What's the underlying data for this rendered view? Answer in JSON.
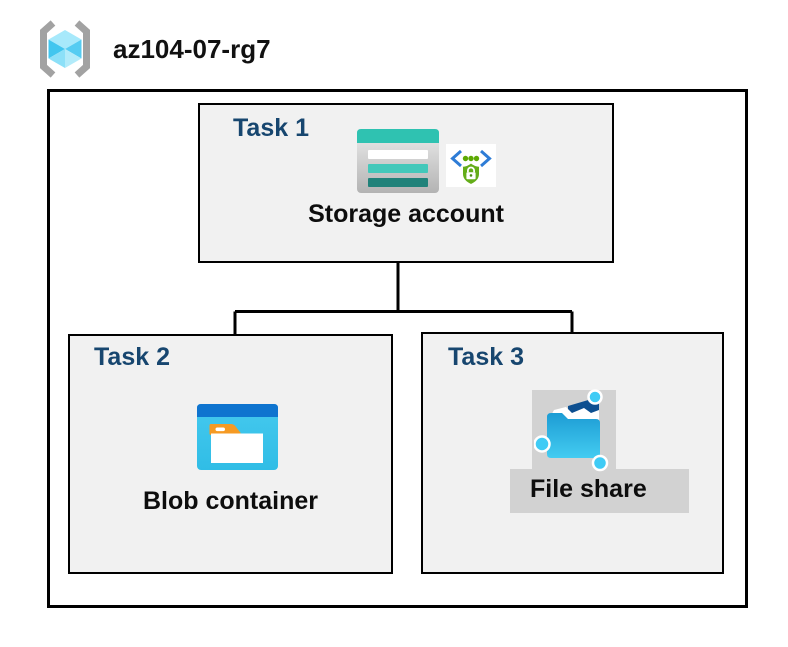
{
  "header": {
    "resource_group_name": "az104-07-rg7",
    "icon": "azure-resource-group-icon"
  },
  "diagram": {
    "tasks": [
      {
        "label": "Task 1",
        "resource": "Storage account",
        "icons": [
          "storage-account-icon",
          "secure-endpoint-icon"
        ],
        "selected": false
      },
      {
        "label": "Task 2",
        "resource": "Blob container",
        "icons": [
          "blob-container-icon"
        ],
        "selected": false
      },
      {
        "label": "Task 3",
        "resource": "File share",
        "icons": [
          "file-share-icon"
        ],
        "selected": true
      }
    ],
    "connections": [
      {
        "from": "Storage account",
        "to": "Blob container"
      },
      {
        "from": "Storage account",
        "to": "File share"
      }
    ]
  },
  "colors": {
    "task_label_navy": "#17466f",
    "box_background": "#f1f1f1",
    "border_black": "#000000",
    "selection_gray": "#d2d2d2",
    "storage_teal_band": "#2fc2b1",
    "storage_teal_light": "#43c8ba",
    "storage_teal_dark": "#20827a",
    "blob_header_blue": "#0f74cf",
    "blob_body_cyan": "#3ac2ea",
    "folder_tab_orange": "#f59a23",
    "file_share_navy": "#0d4f90",
    "file_share_cyan": "#3fcbf5",
    "endpoint_blue": "#2e7cd6",
    "endpoint_green": "#5da902",
    "shield_green": "#64ad19",
    "rg_bracket_gray": "#a2a2a2",
    "rg_cube_cyan": "#45c8f1"
  }
}
